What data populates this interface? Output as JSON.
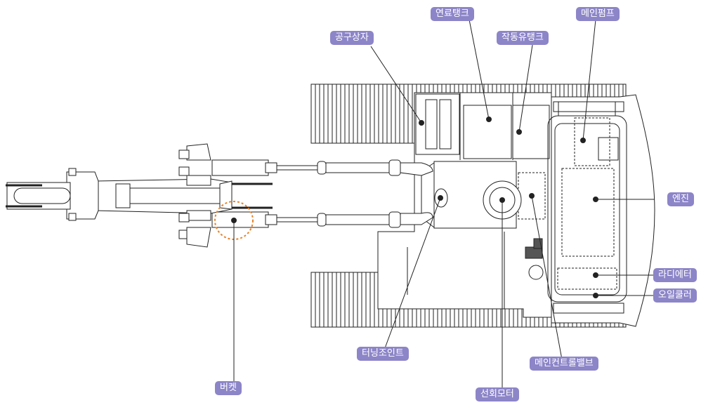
{
  "labels": {
    "toolbox": "공구상자",
    "fuel_tank": "연료탱크",
    "hydraulic_tank": "작동유탱크",
    "main_pump": "메인펌프",
    "engine": "엔진",
    "radiator": "라디에터",
    "oil_cooler": "오일쿨러",
    "turning_joint": "터닝조인트",
    "main_control_valve": "메인컨트롤밸브",
    "bucket": "버켓",
    "swing_motor": "선회모터"
  },
  "colors": {
    "label_bg": "#8c85c8",
    "label_text": "#ffffff",
    "line": "#222222",
    "highlight": "#e8822a"
  }
}
